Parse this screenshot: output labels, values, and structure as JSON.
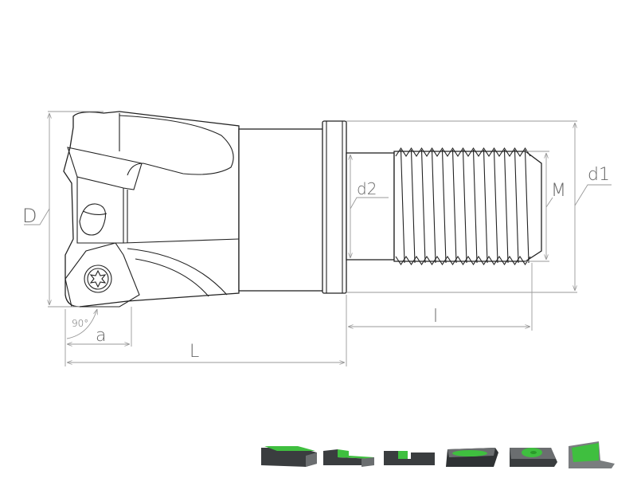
{
  "drawing": {
    "title": "Screw-in milling head with threaded shank",
    "labels": {
      "D": "D",
      "d2": "d2",
      "M": "M",
      "d1": "d1",
      "l": "l",
      "L": "L",
      "a": "a",
      "angle": "90°"
    }
  },
  "operations": {
    "icons": [
      "face-milling-icon",
      "shoulder-milling-icon",
      "slot-milling-icon",
      "pocket-milling-icon",
      "circular-pocket-icon",
      "wall-milling-icon"
    ],
    "colors": {
      "workpiece": "#3a3d3f",
      "machined": "#3fbf3f"
    }
  }
}
